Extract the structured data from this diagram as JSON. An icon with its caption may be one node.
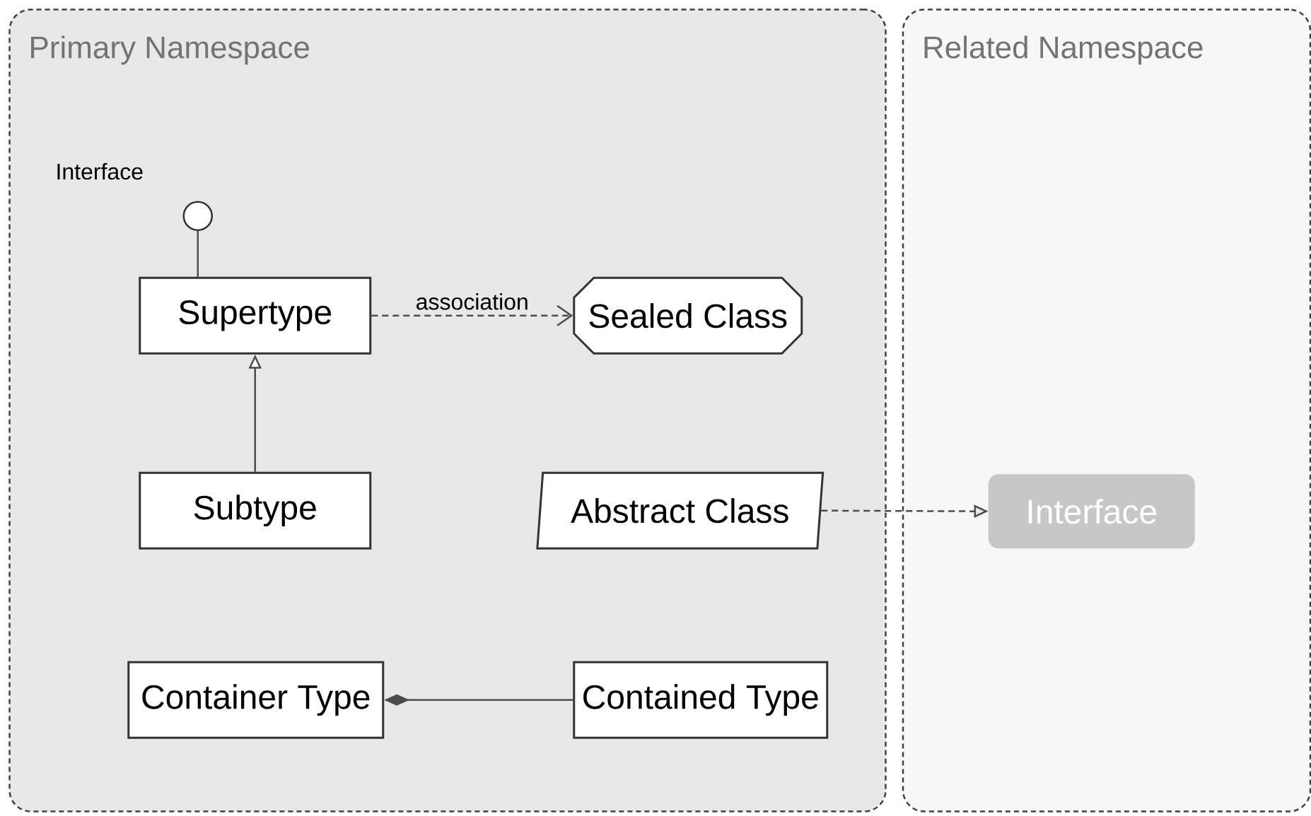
{
  "diagram": {
    "nodes": [
      {
        "text": [
          "Primary Namespace"
        ]
      },
      {
        "text": [
          "Related Namespace"
        ]
      },
      {
        "text": [
          "Interface"
        ],
        "in": 0
      },
      {
        "text": [
          "Supertype"
        ],
        "in": 0
      },
      {
        "text": [
          "Sealed Class"
        ],
        "in": 0
      },
      {
        "text": [
          "Subtype"
        ],
        "in": 0
      },
      {
        "text": [
          "Abstract Class"
        ],
        "in": 0
      },
      {
        "text": [
          "Interface"
        ],
        "in": 1
      },
      {
        "text": [
          "Container Type"
        ],
        "in": 0
      },
      {
        "text": [
          "Contained Type"
        ],
        "in": 0
      }
    ],
    "edges": [
      {
        "from": 3,
        "to": 2,
        "arrow": "none"
      },
      {
        "from": 3,
        "to": 4,
        "arrow": "to",
        "label": "association",
        "style": "dashed"
      },
      {
        "from": 5,
        "to": 3,
        "arrow": "to"
      },
      {
        "from": 6,
        "to": 7,
        "arrow": "to",
        "style": "dashed"
      },
      {
        "from": 9,
        "to": 8,
        "arrow": "other"
      }
    ]
  }
}
